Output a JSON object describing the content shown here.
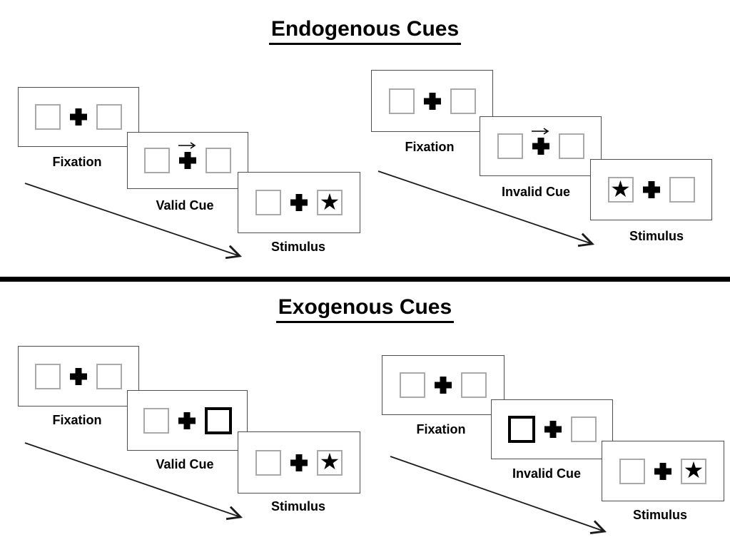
{
  "figure": {
    "endogenous": {
      "title": "Endogenous Cues",
      "valid": {
        "fixation": "Fixation",
        "cue": "Valid Cue",
        "stimulus": "Stimulus"
      },
      "invalid": {
        "fixation": "Fixation",
        "cue": "Invalid Cue",
        "stimulus": "Stimulus"
      }
    },
    "exogenous": {
      "title": "Exogenous Cues",
      "valid": {
        "fixation": "Fixation",
        "cue": "Valid Cue",
        "stimulus": "Stimulus"
      },
      "invalid": {
        "fixation": "Fixation",
        "cue": "Invalid Cue",
        "stimulus": "Stimulus"
      }
    }
  },
  "glyphs": {
    "star": "★"
  },
  "colors": {
    "background": "#ffffff",
    "panel_border": "#4d4d4d",
    "placeholder_border": "#a9a9a9",
    "cue_highlight_border": "#000000",
    "ink": "#000000",
    "arrow": "#1a1a1a",
    "divider": "#000000"
  }
}
